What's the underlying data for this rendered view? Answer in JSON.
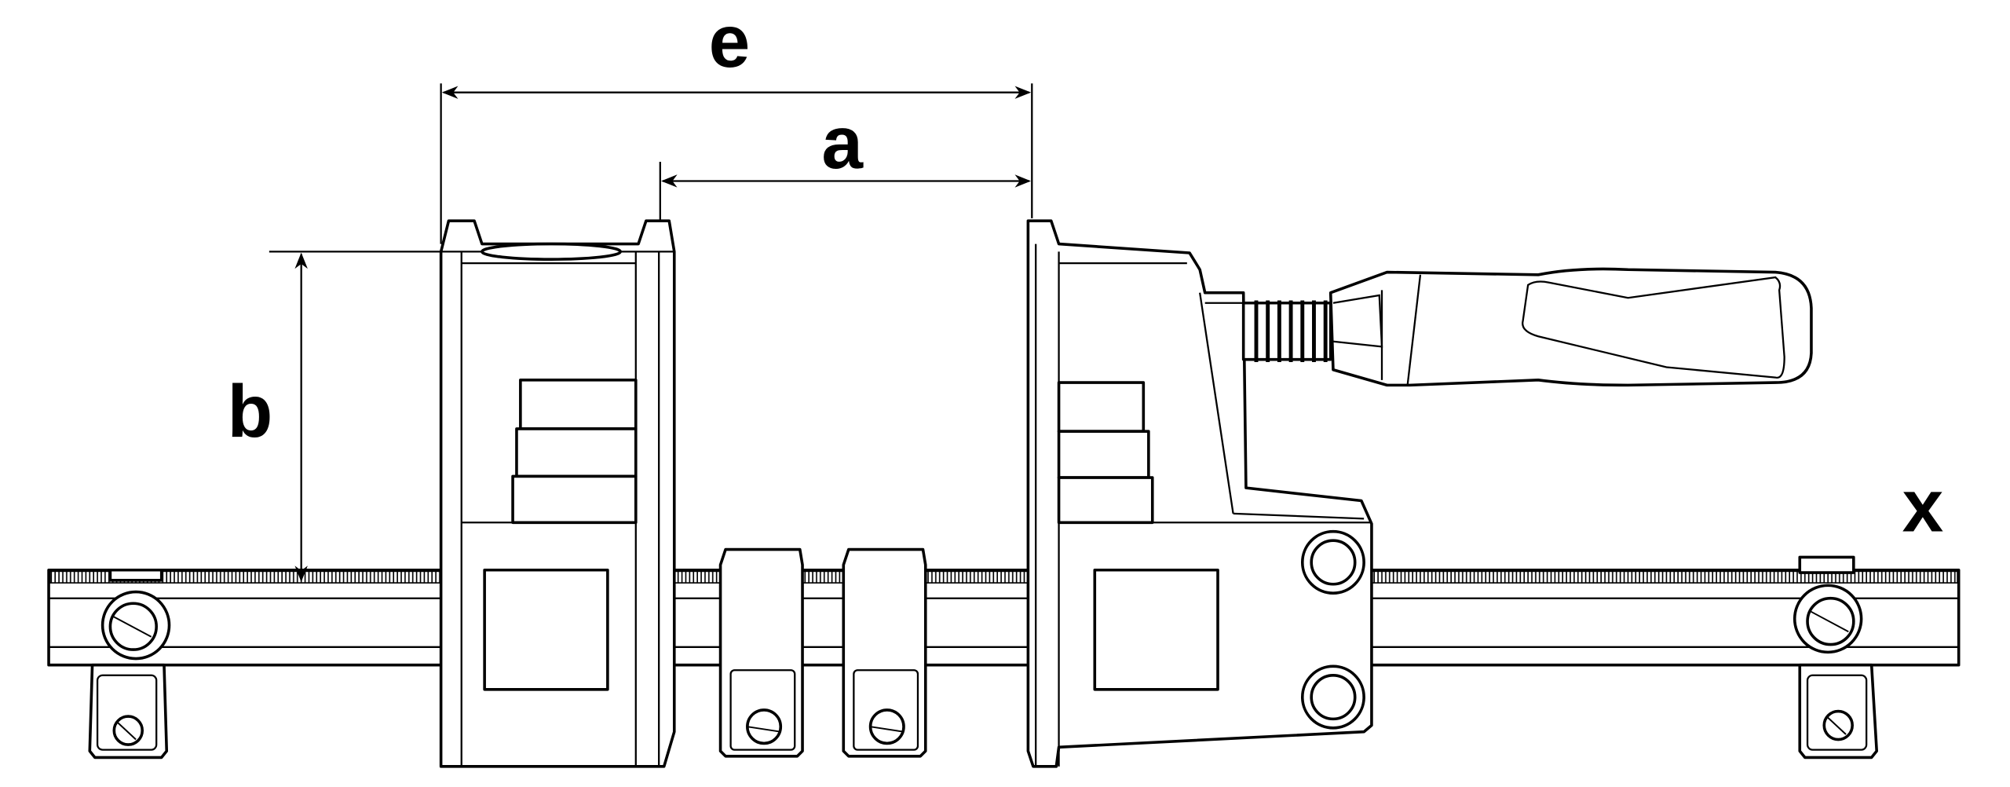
{
  "diagram": {
    "labels": {
      "e": "e",
      "a": "a",
      "b": "b",
      "x": "x"
    },
    "colors": {
      "line": "#000000",
      "background": "#ffffff"
    }
  }
}
